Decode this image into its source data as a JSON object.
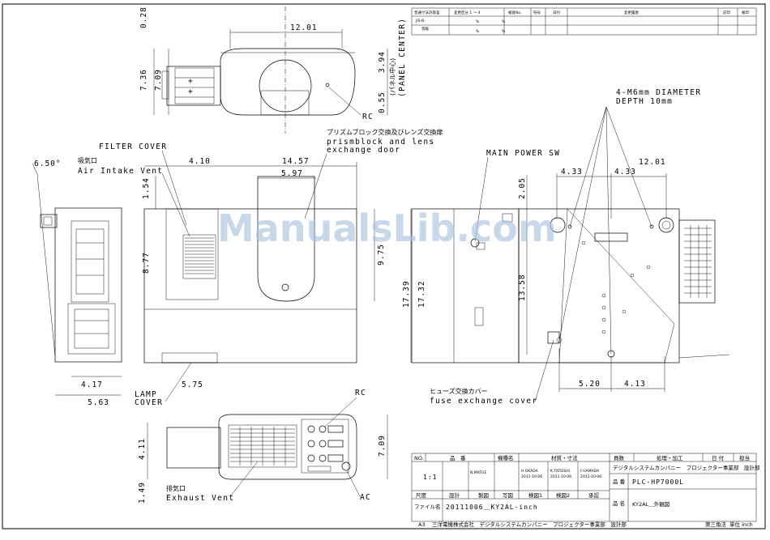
{
  "revision_table": {
    "tolerance_label": "普通寸法許容差",
    "standard": "JIS-B-",
    "grade": "等級",
    "revision_class": "変更区分  1 ～ 4",
    "inspection_no": "検査No.",
    "symbol": "符号",
    "date": "日付",
    "history": "変更履歴",
    "recorder": "記印",
    "approver": "検印",
    "percent": "%"
  },
  "watermark": "ManualsLib.com",
  "labels": {
    "panel_center_jp": "(パネル中心)",
    "panel_center_en": "(PANEL CENTER)",
    "rc_top": "RC",
    "filter_cover": "FILTER COVER",
    "air_intake_jp": "吸気口",
    "air_intake_en": "Air Intake Vent",
    "prism_jp": "プリズムブロック交換及びレンズ交換扉",
    "prism_en1": "prismblock and lens",
    "prism_en2": "exchange door",
    "main_power": "MAIN POWER SW",
    "holes1": "4-M6mm DIAMETER",
    "holes2": "DEPTH 10mm",
    "lamp_cover1": "LAMP",
    "lamp_cover2": "COVER",
    "fuse_jp": "ヒューズ交換カバー",
    "fuse_en": "fuse exchange cover",
    "rc_bottom": "RC",
    "exhaust_jp": "排気口",
    "exhaust_en": "Exhaust Vent",
    "ac": "AC"
  },
  "dims": {
    "top_width": "12.01",
    "top_left_h": "0.28",
    "top_h1": "7.36",
    "top_h2": "7.09",
    "top_center": "3.94",
    "top_rc": "0.55",
    "angle": "6.50°",
    "front_410": "4.10",
    "front_1457": "14.57",
    "front_597": "5.97",
    "front_154": "1.54",
    "front_877": "8.77",
    "front_975": "9.75",
    "side_417": "4.17",
    "side_563": "5.63",
    "front_575": "5.75",
    "back_1739": "17.39",
    "back_1732": "17.32",
    "back_205": "2.05",
    "back_1358": "13.58",
    "back_433a": "4.33",
    "back_433b": "4.33",
    "back_1201": "12.01",
    "back_520": "5.20",
    "back_413": "4.13",
    "bottom_411": "4.11",
    "bottom_149": "1.49",
    "bottom_709": "7.09"
  },
  "title_block": {
    "no": "NO.",
    "part_name": "品　番",
    "part_desc": "機種名",
    "material": "材質・寸法",
    "qty": "員数",
    "treatment": "処理・加工",
    "date": "日 付",
    "charge": "担当",
    "scale": "1:1",
    "designer": "N.MATUE",
    "checker1": "H.OKADA",
    "checker1_date": "2011-10-06",
    "checker2": "K.TATEISHI",
    "checker2_date": "2011-10-06",
    "checker3": "F.HAMADA",
    "checker3_date": "2011-10-06",
    "dept": "デジタルシステムカンパニー　プロジェクター事業部　設計部",
    "model_label": "品 番",
    "model_value": "PLC-HP7000L",
    "name_label": "品 名",
    "name_value": "KY2AL＿外観図",
    "row_scale": "尺度",
    "row_design": "設計",
    "row_draw": "製図",
    "row_write": "写図",
    "row_check1": "検図1",
    "row_check2": "検図2",
    "row_approve": "承認",
    "file_label": "ファイル名",
    "file_value": "20111006＿KY2AL-inch"
  },
  "footer": {
    "paper": "A3",
    "company": "三洋電機株式会社　デジタルシステムカンパニー　プロジェクター事業部　設計部",
    "projection": "第三角法",
    "unit": "単位 inch"
  }
}
